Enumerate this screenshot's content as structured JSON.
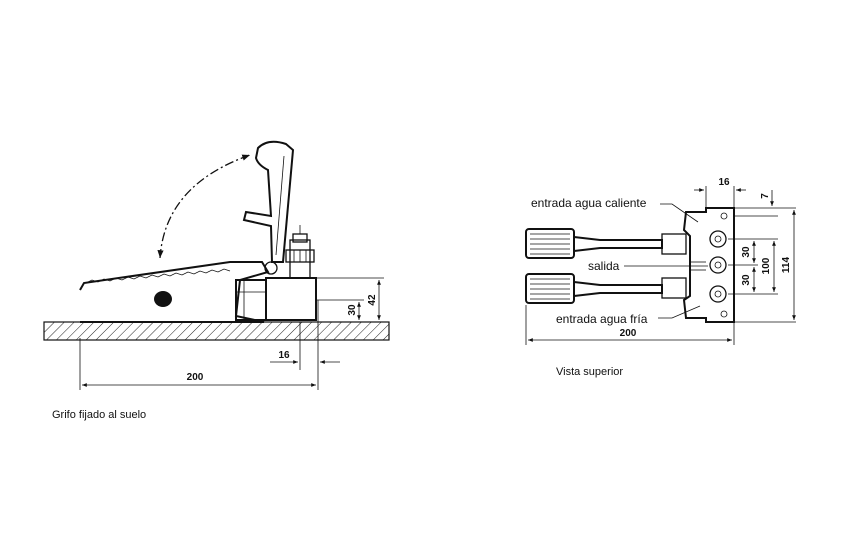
{
  "side_view": {
    "caption": "Grifo fijado al suelo",
    "dim_width": "200",
    "dim_offset": "16",
    "dim_inlet_height": "30",
    "dim_total_height": "42"
  },
  "top_view": {
    "caption": "Vista superior",
    "label_hot": "entrada agua caliente",
    "label_outlet": "salida",
    "label_cold": "entrada agua fría",
    "dim_width": "200",
    "dim_top_offset": "16",
    "dim_edge": "7",
    "dim_spacing_upper": "30",
    "dim_spacing_lower": "30",
    "dim_span": "100",
    "dim_total": "114"
  }
}
